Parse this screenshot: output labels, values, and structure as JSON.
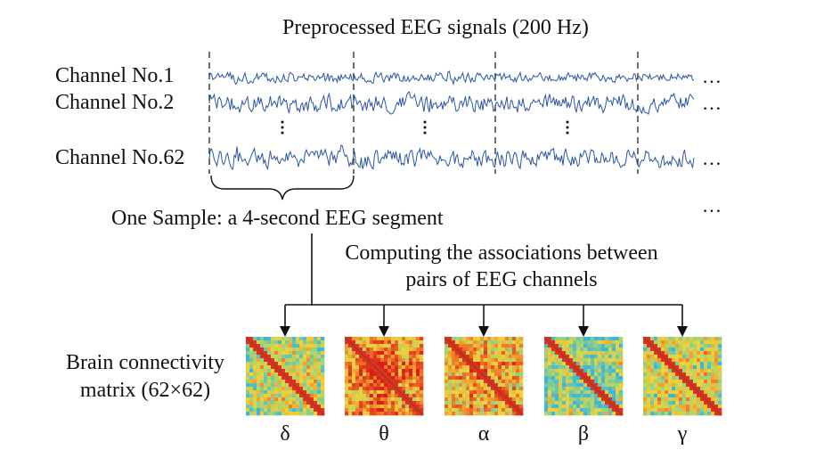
{
  "title": "Preprocessed EEG signals (200 Hz)",
  "channels": [
    "Channel No.1",
    "Channel No.2",
    "Channel No.62"
  ],
  "sample_label": "One Sample: a 4-second EEG segment",
  "compute_label": "Computing the associations between pairs of EEG channels",
  "matrix_label": "Brain connectivity matrix (62×62)",
  "bands": [
    "δ",
    "θ",
    "α",
    "β",
    "γ"
  ],
  "ellipsis": "…",
  "colors": {
    "signal": "#2b55a3",
    "line": "#111111",
    "heat_low": "#3db7d9",
    "heat_mid": "#f2d23a",
    "heat_high": "#d8201b"
  }
}
